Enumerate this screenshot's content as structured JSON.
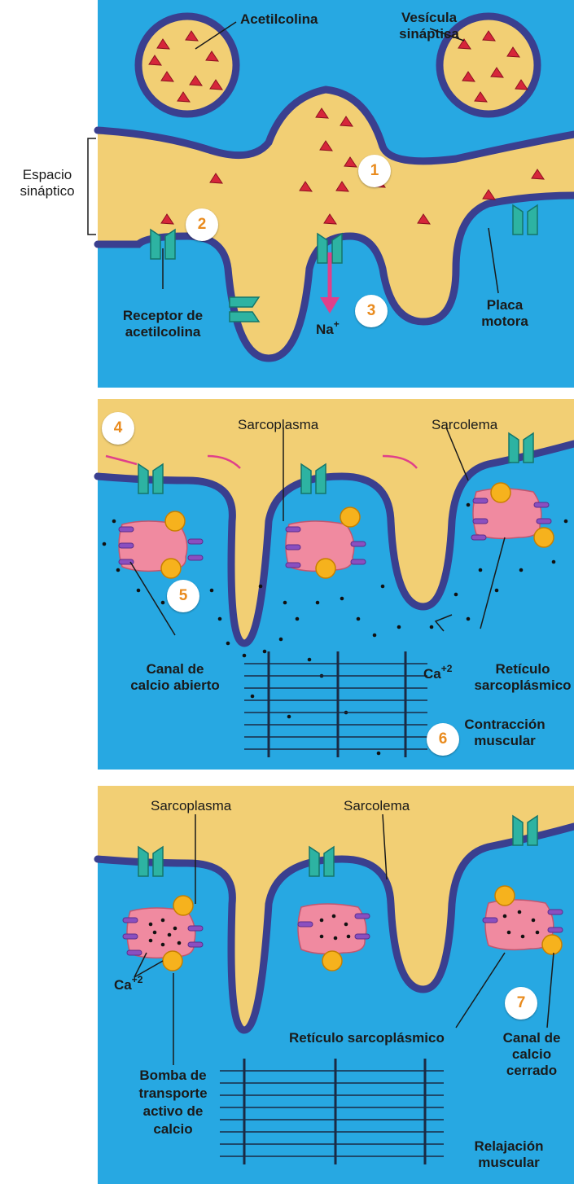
{
  "colors": {
    "extracellular": "#f2cf74",
    "cytoplasm": "#27a8e2",
    "membrane": "#3a3f8f",
    "receptor": "#2db3a2",
    "acetylcholine": "#d6263a",
    "reticulum": "#f08aa0",
    "channel": "#f6b21d",
    "pump": "#8a4fc0",
    "arrow": "#e0408a",
    "number": "#e98b1e"
  },
  "icons": [
    "vesicle-icon",
    "acetylcholine-molecule-icon",
    "receptor-icon",
    "calcium-channel-icon",
    "sarcoplasmic-reticulum-icon",
    "sarcomere-icon",
    "flow-arrow-icon"
  ],
  "panel1": {
    "acetilcolina": "Acetilcolina",
    "vesicula_1": "Vesícula",
    "vesicula_2": "sináptica",
    "espacio_1": "Espacio",
    "espacio_2": "sináptico",
    "receptor_1": "Receptor de",
    "receptor_2": "acetilcolina",
    "na": "Na",
    "na_charge": "+",
    "placa_1": "Placa",
    "placa_2": "motora",
    "step1": "1",
    "step2": "2",
    "step3": "3"
  },
  "panel2": {
    "sarcoplasma": "Sarcoplasma",
    "sarcolema": "Sarcolema",
    "canal_1": "Canal de",
    "canal_2": "calcio abierto",
    "ca": "Ca",
    "ca_charge": "+2",
    "reticulo_1": "Retículo",
    "reticulo_2": "sarcoplásmico",
    "contraccion_1": "Contracción",
    "contraccion_2": "muscular",
    "step4": "4",
    "step5": "5",
    "step6": "6"
  },
  "panel3": {
    "sarcoplasma": "Sarcoplasma",
    "sarcolema": "Sarcolema",
    "ca": "Ca",
    "ca_charge": "+2",
    "reticulo": "Retículo sarcoplásmico",
    "canal_1": "Canal de",
    "canal_2": "calcio",
    "canal_3": "cerrado",
    "bomba_1": "Bomba de",
    "bomba_2": "transporte",
    "bomba_3": "activo de",
    "bomba_4": "calcio",
    "relajacion_1": "Relajación",
    "relajacion_2": "muscular",
    "step7": "7"
  }
}
